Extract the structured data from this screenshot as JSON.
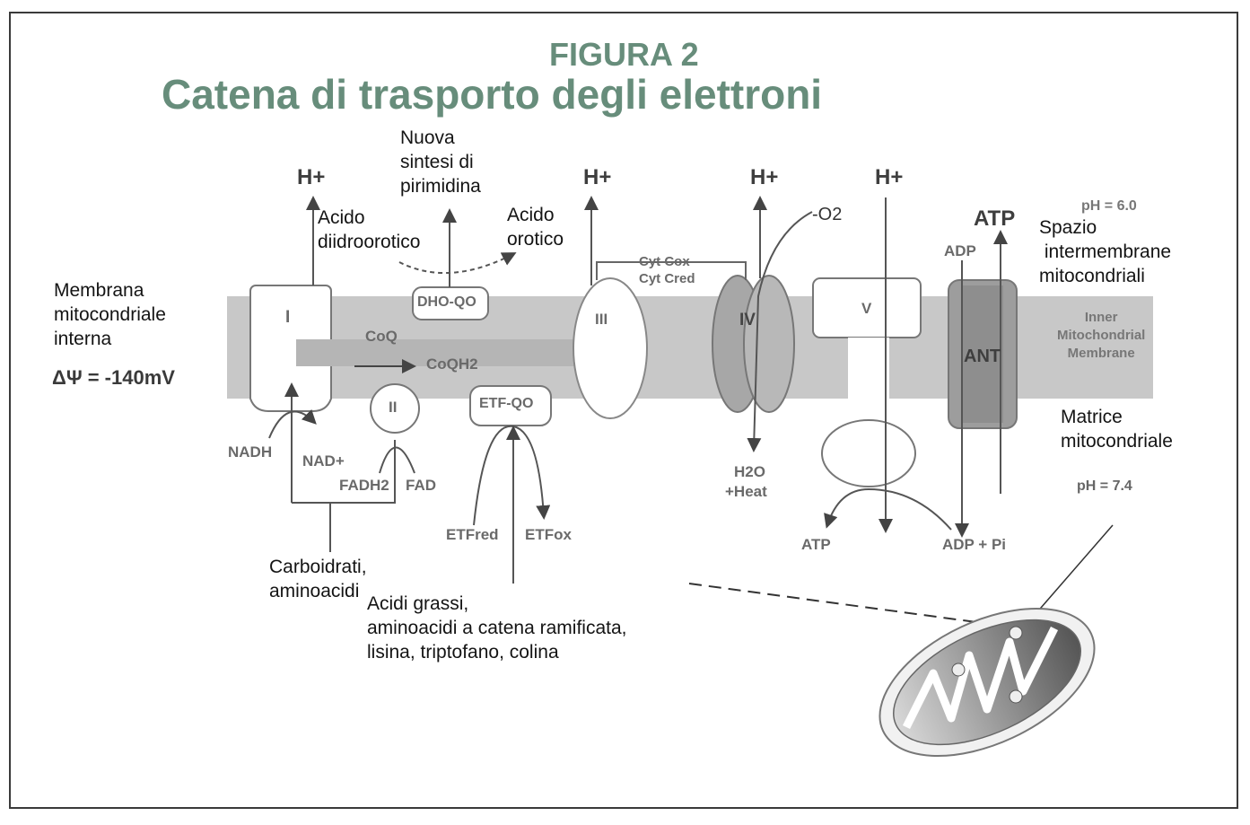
{
  "figure": {
    "number": "FIGURA 2",
    "title": "Catena di trasporto degli elettroni"
  },
  "colors": {
    "title": "#678d7b",
    "membrane": "#c8c8c8",
    "complex_fill": "#ffffff",
    "complex_iv": "#a7a7a7",
    "ant": "#9d9d9d"
  },
  "labels": {
    "membrane_inner": "Membrana\nmitocondriale\ninterna",
    "delta_psi": "ΔΨ = -140mV",
    "nuova_sintesi": "Nuova\nsintesi di\npirimidina",
    "acido_diidro": "Acido\ndiidroorotico",
    "acido_orotico": "Acido\norotico",
    "spazio": "Spazio\n intermembrane\nmitocondriali",
    "matrice": "Matrice\nmitocondriale",
    "carboidrati": "Carboidrati,\naminoacidi",
    "acidi_grassi": "Acidi grassi,\naminoacidi a catena ramificata,\nlisina, triptofano, colina",
    "o2": "-O2"
  },
  "diagram_text": {
    "h_plus": "H+",
    "complex_1": "I",
    "complex_2": "II",
    "complex_3": "III",
    "complex_4": "IV",
    "complex_5": "V",
    "ant": "ANT",
    "dho_qo": "DHO-QO",
    "etf_qo": "ETF-QO",
    "coq": "CoQ",
    "coqh2": "CoQH2",
    "cyt_ox": "Cyt Cox",
    "cyt_red": "Cyt Cred",
    "nadh": "NADH",
    "nad": "NAD+",
    "fadh2": "FADH2",
    "fad": "FAD",
    "etf_red": "ETFred",
    "etf_ox": "ETFox",
    "h2o": "H2O",
    "heat": "+Heat",
    "atp_bottom": "ATP",
    "adp_pi": "ADP + Pi",
    "atp_top": "ATP",
    "adp_top": "ADP",
    "ph_top": "pH = 6.0",
    "ph_bottom": "pH = 7.4",
    "inner_membrane_en": "Inner\nMitochondrial\nMembrane"
  }
}
